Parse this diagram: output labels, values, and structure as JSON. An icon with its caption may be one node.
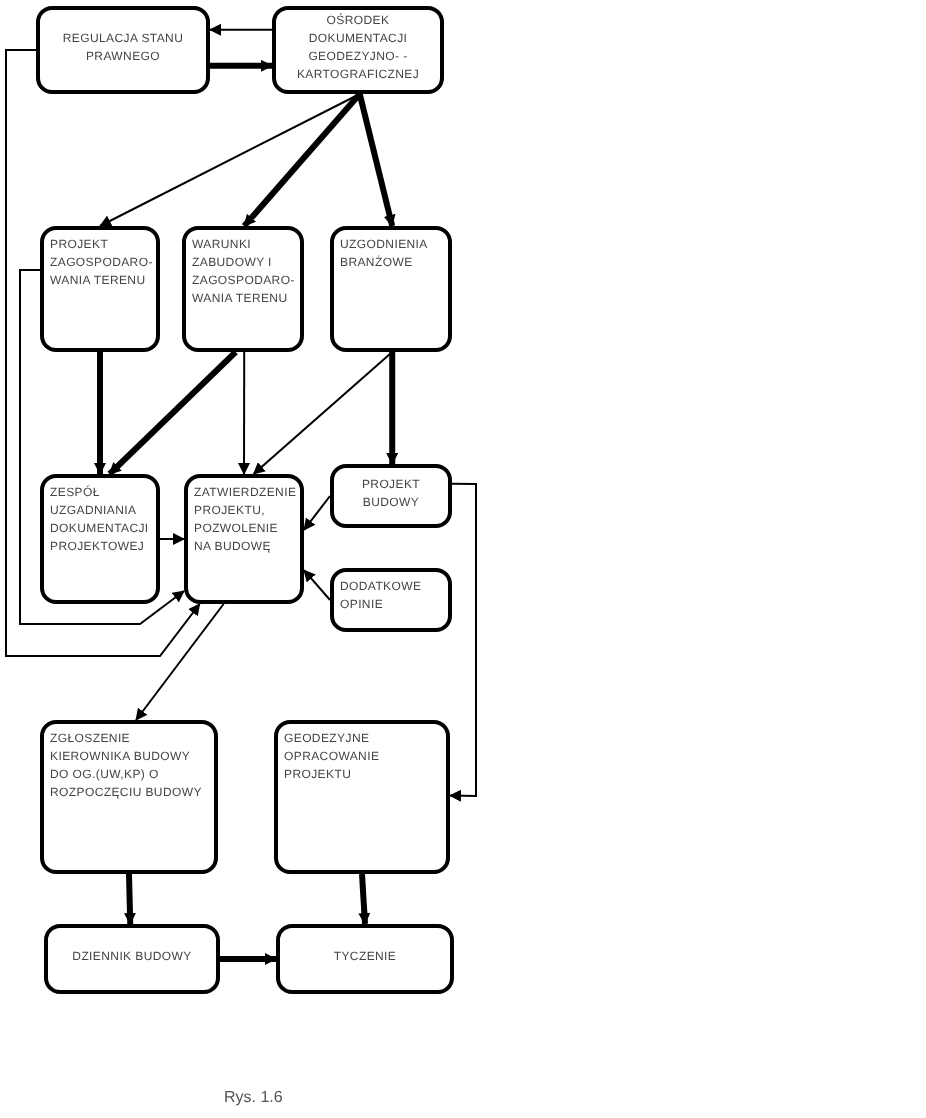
{
  "diagram": {
    "nodes": [
      {
        "text": [
          "REGULACJA STANU PRAWNEGO"
        ]
      },
      {
        "text": [
          "OŚRODEK DOKUMENTACJI GEODEZYJNO- -KARTOGRAFICZNEJ"
        ]
      },
      {
        "text": [
          "PROJEKT ZAGOSPODARO- WANIA TERENU"
        ]
      },
      {
        "text": [
          "WARUNKI ZABUDOWY I ZAGOSPODARO- WANIA TERENU"
        ]
      },
      {
        "text": [
          "UZGODNIENIA BRANŻOWE"
        ]
      },
      {
        "text": [
          "ZESPÓŁ UZGADNIANIA DOKUMENTACJI PROJEKTOWEJ"
        ]
      },
      {
        "text": [
          "ZATWIERDZENIE PROJEKTU, POZWOLENIE NA BUDOWĘ"
        ]
      },
      {
        "text": [
          "PROJEKT BUDOWY"
        ]
      },
      {
        "text": [
          "DODATKOWE OPINIE"
        ]
      },
      {
        "text": [
          "ZGŁOSZENIE KIEROWNIKA BUDOWY DO OG.(UW,KP) O ROZPOCZĘCIU BUDOWY"
        ]
      },
      {
        "text": [
          "GEODEZYJNE OPRACOWANIE PROJEKTU"
        ]
      },
      {
        "text": [
          "DZIENNIK BUDOWY"
        ]
      },
      {
        "text": [
          "TYCZENIE"
        ]
      }
    ],
    "edges": [
      {
        "from": 0,
        "to": 1,
        "arrow": "to",
        "style": "thick"
      },
      {
        "from": 1,
        "to": 0,
        "arrow": "to"
      },
      {
        "from": 1,
        "to": 2,
        "arrow": "to"
      },
      {
        "from": 1,
        "to": 3,
        "arrow": "to",
        "style": "thick"
      },
      {
        "from": 1,
        "to": 4,
        "arrow": "to",
        "style": "thick"
      },
      {
        "from": 2,
        "to": 5,
        "arrow": "to",
        "style": "thick"
      },
      {
        "from": 3,
        "to": 5,
        "arrow": "to",
        "style": "thick"
      },
      {
        "from": 3,
        "to": 6,
        "arrow": "to"
      },
      {
        "from": 4,
        "to": 6,
        "arrow": "to"
      },
      {
        "from": 4,
        "to": 7,
        "arrow": "to",
        "style": "thick"
      },
      {
        "from": 5,
        "to": 6,
        "arrow": "to"
      },
      {
        "from": 7,
        "to": 6,
        "arrow": "to"
      },
      {
        "from": 8,
        "to": 6,
        "arrow": "to"
      },
      {
        "from": 0,
        "to": 6,
        "arrow": "to"
      },
      {
        "from": 2,
        "to": 6,
        "arrow": "to"
      },
      {
        "from": 6,
        "to": 9,
        "arrow": "to"
      },
      {
        "from": 7,
        "to": 10,
        "arrow": "to"
      },
      {
        "from": 9,
        "to": 11,
        "arrow": "to",
        "style": "thick"
      },
      {
        "from": 10,
        "to": 12,
        "arrow": "to",
        "style": "thick"
      },
      {
        "from": 11,
        "to": 12,
        "arrow": "to",
        "style": "thick"
      }
    ],
    "labels": [
      "Rys. 1.6"
    ]
  }
}
